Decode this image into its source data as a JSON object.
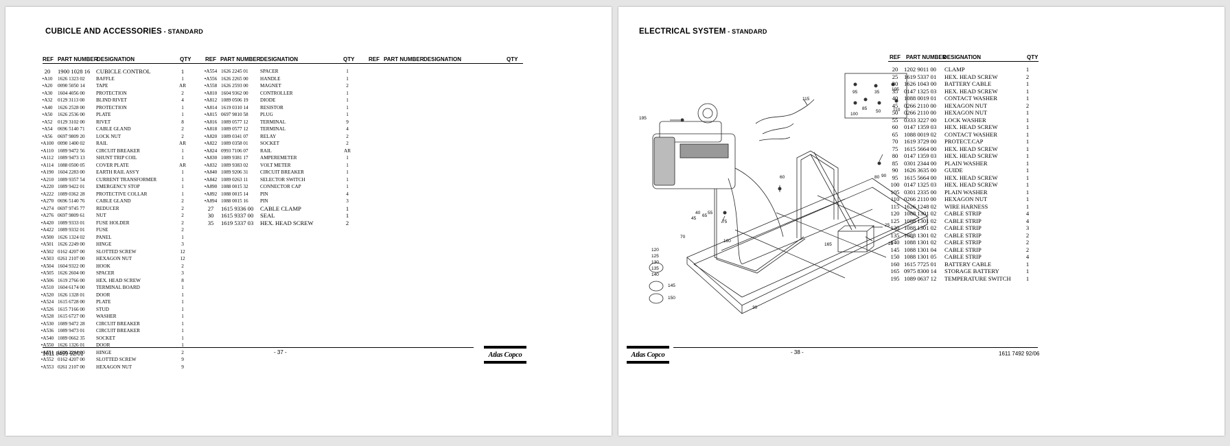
{
  "left": {
    "title": "CUBICLE AND ACCESSORIES",
    "subtitle": " - STANDARD",
    "headers": {
      "ref": "REF",
      "part": "PART NUMBER",
      "designation": "DESIGNATION",
      "qty": "QTY"
    },
    "col1": [
      [
        "20",
        "1900 1028 16",
        "CUBICLE CONTROL",
        "1"
      ],
      [
        "•A10",
        "1626 1323 02",
        "BAFFLE",
        "1"
      ],
      [
        "•A20",
        "0090 5050 14",
        "TAPE",
        "AR"
      ],
      [
        "•A30",
        "1604 4056 00",
        "PROTECTION",
        "2"
      ],
      [
        "•A32",
        "0129 3113 00",
        "BLIND RIVET",
        "4"
      ],
      [
        "•A40",
        "1626 2528 00",
        "PROTECTION",
        "1"
      ],
      [
        "•A50",
        "1626 2536 00",
        "PLATE",
        "1"
      ],
      [
        "•A52",
        "0129 3102 00",
        "RIVET",
        "8"
      ],
      [
        "•A54",
        "0696 5140 71",
        "CABLE GLAND",
        "2"
      ],
      [
        "•A56",
        "0697 9809 20",
        "LOCK NUT",
        "2"
      ],
      [
        "•A100",
        "0090 1400 02",
        "RAIL",
        "AR"
      ],
      [
        "•A110",
        "1089 9472 56",
        "CIRCUIT BREAKER",
        "1"
      ],
      [
        "•A112",
        "1089 9473 13",
        "SHUNT TRIP COIL",
        "1"
      ],
      [
        "•A114",
        "1088 0500 05",
        "COVER PLATE",
        "AR"
      ],
      [
        "•A190",
        "1604 2283 00",
        "EARTH RAIL ASS'Y",
        "1"
      ],
      [
        "•A210",
        "1089 9357 54",
        "CURRENT TRANSFORMER",
        "1"
      ],
      [
        "•A220",
        "1089 9422 01",
        "EMERGENCY STOP",
        "1"
      ],
      [
        "•A222",
        "1089 0362 28",
        "PROTECTIVE COLLAR",
        "1"
      ],
      [
        "•A270",
        "0696 5140 76",
        "CABLE GLAND",
        "2"
      ],
      [
        "•A274",
        "0697 9745 77",
        "REDUCER",
        "2"
      ],
      [
        "•A276",
        "0697 9809 61",
        "NUT",
        "2"
      ],
      [
        "•A420",
        "1089 9333 01",
        "FUSE HOLDER",
        "2"
      ],
      [
        "•A422",
        "1089 9332 01",
        "FUSE",
        "2"
      ],
      [
        "•A500",
        "1626 1324 02",
        "PANEL",
        "1"
      ],
      [
        "•A501",
        "1626 2249 00",
        "HINGE",
        "3"
      ],
      [
        "•A502",
        "0162 4207 00",
        "SLOTTED SCREW",
        "12"
      ],
      [
        "•A503",
        "0261 2107 00",
        "HEXAGON NUT",
        "12"
      ],
      [
        "•A504",
        "1604 9322 00",
        "HOOK",
        "2"
      ],
      [
        "•A505",
        "1626 2604 00",
        "SPACER",
        "3"
      ],
      [
        "•A506",
        "1619 2766 00",
        "HEX. HEAD SCREW",
        "8"
      ],
      [
        "•A510",
        "1604 6174 00",
        "TERMINAL BOARD",
        "1"
      ],
      [
        "•A520",
        "1626 1328 01",
        "DOOR",
        "1"
      ],
      [
        "•A524",
        "1615 6728 00",
        "PLATE",
        "1"
      ],
      [
        "•A526",
        "1615 7166 00",
        "STUD",
        "1"
      ],
      [
        "•A528",
        "1615 6727 00",
        "WASHER",
        "1"
      ],
      [
        "•A530",
        "1089 9472 28",
        "CIRCUIT BREAKER",
        "1"
      ],
      [
        "•A536",
        "1089 9473 01",
        "CIRCUIT BREAKER",
        "1"
      ],
      [
        "•A540",
        "1089 0662 35",
        "SOCKET",
        "1"
      ],
      [
        "•A550",
        "1626 1326 01",
        "DOOR",
        "1"
      ],
      [
        "•A551",
        "1626 2244 00",
        "HINGE",
        "2"
      ],
      [
        "•A552",
        "0162 4207 00",
        "SLOTTED SCREW",
        "9"
      ],
      [
        "•A553",
        "0261 2107 00",
        "HEXAGON NUT",
        "9"
      ]
    ],
    "col2": [
      [
        "•A554",
        "1626 2245 01",
        "SPACER",
        "1"
      ],
      [
        "•A556",
        "1626 2265 00",
        "HANDLE",
        "1"
      ],
      [
        "•A558",
        "1626 2593 00",
        "MAGNET",
        "2"
      ],
      [
        "•A810",
        "1604 9362 00",
        "CONTROLLER",
        "1"
      ],
      [
        "•A812",
        "1089 0506 19",
        "DIODE",
        "1"
      ],
      [
        "•A814",
        "1619 0310 14",
        "RESISTOR",
        "1"
      ],
      [
        "•A815",
        "0697 9810 58",
        "PLUG",
        "1"
      ],
      [
        "•A816",
        "1089 0577 12",
        "TERMINAL",
        "9"
      ],
      [
        "•A818",
        "1089 0577 12",
        "TERMINAL",
        "4"
      ],
      [
        "•A820",
        "1089 0341 07",
        "RELAY",
        "2"
      ],
      [
        "•A822",
        "1089 0358 01",
        "SOCKET",
        "2"
      ],
      [
        "•A824",
        "0993 7106 07",
        "RAIL",
        "AR"
      ],
      [
        "•A830",
        "1089 9381 17",
        "AMPEREMETER",
        "1"
      ],
      [
        "•A832",
        "1089 9383 02",
        "VOLT METER",
        "1"
      ],
      [
        "•A840",
        "1089 9206 31",
        "CIRCUIT BREAKER",
        "1"
      ],
      [
        "•A842",
        "1089 0263 11",
        "SELECTOR SWITCH",
        "1"
      ],
      [
        "•A890",
        "1088 0015 32",
        "CONNECTOR CAP",
        "1"
      ],
      [
        "•A892",
        "1088 0015 14",
        "PIN",
        "4"
      ],
      [
        "•A894",
        "1088 0015 16",
        "PIN",
        "3"
      ],
      [
        "27",
        "1615 9336 00",
        "CABLE CLAMP",
        "1"
      ],
      [
        "30",
        "1615 9337 00",
        "SEAL",
        "1"
      ],
      [
        "35",
        "1619 5337 03",
        "HEX. HEAD SCREW",
        "2"
      ]
    ],
    "footer": {
      "docnum": "1611 8499 92/01",
      "page": "- 37 -"
    }
  },
  "right": {
    "title": "ELECTRICAL SYSTEM",
    "subtitle": " - STANDARD",
    "headers": {
      "ref": "REF",
      "part": "PART NUMBER",
      "designation": "DESIGNATION",
      "qty": "QTY"
    },
    "rows": [
      [
        "20",
        "1202 9011 00",
        "CLAMP",
        "1"
      ],
      [
        "25",
        "1619 5337 01",
        "HEX. HEAD SCREW",
        "2"
      ],
      [
        "30",
        "1626 1043 00",
        "BATTERY CABLE",
        "1"
      ],
      [
        "35",
        "0147 1325 03",
        "HEX. HEAD SCREW",
        "1"
      ],
      [
        "40",
        "1088 0019 01",
        "CONTACT WASHER",
        "1"
      ],
      [
        "45",
        "0266 2110 00",
        "HEXAGON NUT",
        "2"
      ],
      [
        "50",
        "0266 2110 00",
        "HEXAGON NUT",
        "1"
      ],
      [
        "55",
        "0333 3227 00",
        "LOCK WASHER",
        "1"
      ],
      [
        "60",
        "0147 1359 03",
        "HEX. HEAD SCREW",
        "1"
      ],
      [
        "65",
        "1088 0019 02",
        "CONTACT WASHER",
        "1"
      ],
      [
        "70",
        "1619 3729 00",
        "PROTECT.CAP",
        "1"
      ],
      [
        "75",
        "1615 5664 00",
        "HEX. HEAD SCREW",
        "1"
      ],
      [
        "80",
        "0147 1359 03",
        "HEX. HEAD SCREW",
        "1"
      ],
      [
        "85",
        "0301 2344 00",
        "PLAIN WASHER",
        "1"
      ],
      [
        "90",
        "1626 3635 00",
        "GUIDE",
        "1"
      ],
      [
        "95",
        "1615 5664 00",
        "HEX. HEAD SCREW",
        "1"
      ],
      [
        "100",
        "0147 1325 03",
        "HEX. HEAD SCREW",
        "1"
      ],
      [
        "105",
        "0301 2335 00",
        "PLAIN WASHER",
        "1"
      ],
      [
        "110",
        "0266 2110 00",
        "HEXAGON NUT",
        "1"
      ],
      [
        "115",
        "1626 1248 02",
        "WIRE HARNESS",
        "1"
      ],
      [
        "120",
        "1088 1301 02",
        "CABLE STRIP",
        "4"
      ],
      [
        "125",
        "1088 1301 02",
        "CABLE STRIP",
        "4"
      ],
      [
        "130",
        "1088 1301 02",
        "CABLE STRIP",
        "3"
      ],
      [
        "135",
        "1088 1301 02",
        "CABLE STRIP",
        "2"
      ],
      [
        "140",
        "1088 1301 02",
        "CABLE STRIP",
        "2"
      ],
      [
        "145",
        "1088 1301 04",
        "CABLE STRIP",
        "2"
      ],
      [
        "150",
        "1088 1301 05",
        "CABLE STRIP",
        "4"
      ],
      [
        "160",
        "1615 7725 01",
        "BATTERY CABLE",
        "1"
      ],
      [
        "165",
        "0975 8300 14",
        "STORAGE BATTERY",
        "1"
      ],
      [
        "195",
        "1089 0637 12",
        "TEMPERATURE SWITCH",
        "1"
      ]
    ],
    "callouts": [
      "195",
      "115",
      "95",
      "35",
      "105",
      "85",
      "100",
      "50",
      "110",
      "90",
      "60",
      "80",
      "25",
      "20",
      "165",
      "30",
      "75",
      "45",
      "40",
      "55",
      "65",
      "70",
      "160",
      "120",
      "125",
      "130",
      "135",
      "140",
      "145",
      "150"
    ],
    "footer": {
      "page": "- 38 -",
      "docnum": "1611 7492 92/06"
    }
  },
  "logo_text": "Atlas Copco"
}
